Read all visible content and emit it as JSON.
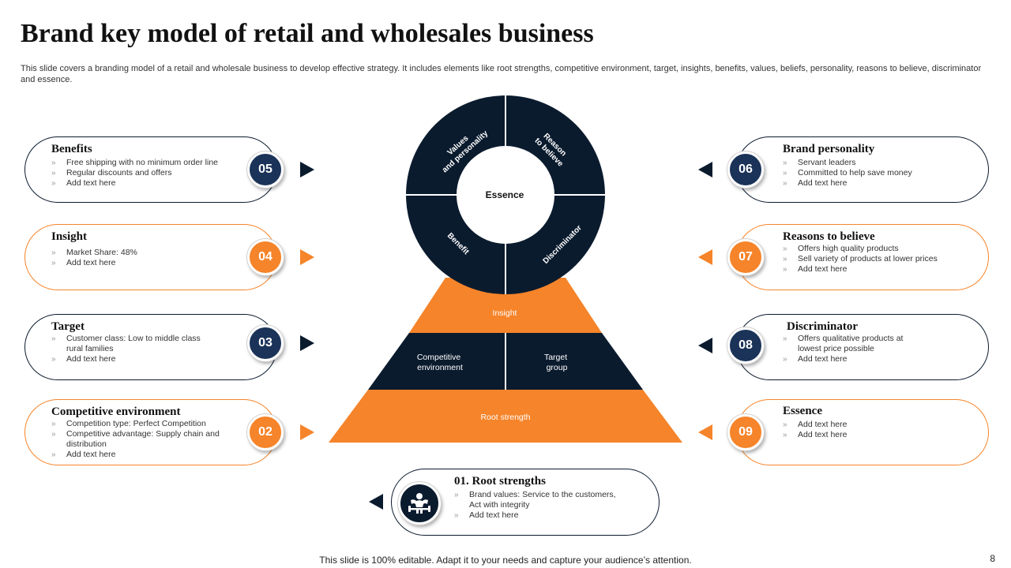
{
  "title": "Brand key model of retail and wholesales business",
  "subtitle": "This slide covers a branding model of a retail and wholesale business to develop effective strategy. It includes elements like root strengths, competitive environment, target, insights, benefits, values, beliefs, personality, reasons to believe, discriminator and essence.",
  "colors": {
    "navy": "#0b1b2e",
    "badge_navy": "#1b3358",
    "orange": "#f5842a"
  },
  "left_cards": [
    {
      "title": "Benefits",
      "number": "05",
      "color": "navy",
      "bullets": [
        "Free shipping with no minimum  order line",
        "Regular discounts and offers",
        "Add text here"
      ]
    },
    {
      "title": "Insight",
      "number": "04",
      "color": "orange",
      "bullets": [
        "Market Share: 48%",
        "Add text here"
      ]
    },
    {
      "title": "Target",
      "number": "03",
      "color": "navy",
      "bullets": [
        "Customer class: Low to middle class rural families",
        "Add text here"
      ]
    },
    {
      "title": "Competitive  environment",
      "number": "02",
      "color": "orange",
      "bullets": [
        "Competition  type: Perfect Competition",
        "Competitive  advantage: Supply chain and distribution",
        "Add text here"
      ]
    }
  ],
  "right_cards": [
    {
      "title": "Brand  personality",
      "number": "06",
      "color": "navy",
      "bullets": [
        "Servant leaders",
        "Committed  to help save money",
        "Add text here"
      ]
    },
    {
      "title": "Reasons to believe",
      "number": "07",
      "color": "orange",
      "bullets": [
        "Offers high quality products",
        "Sell variety of products at lower prices",
        "Add text here"
      ]
    },
    {
      "title": "Discriminator",
      "number": "08",
      "color": "navy",
      "bullets": [
        "Offers qualitative products at lowest price possible",
        "Add text here"
      ]
    },
    {
      "title": "Essence",
      "number": "09",
      "color": "orange",
      "bullets": [
        "Add text here",
        "Add text here"
      ]
    }
  ],
  "bottom_card": {
    "title": "01. Root strengths",
    "icon": "bodybuilder-icon",
    "bullets": [
      "Brand values: Service to the customers, Act with integrity",
      "Add text here"
    ]
  },
  "diagram": {
    "center_label": "Essence",
    "ring": [
      "Values and personality",
      "Reason to believe",
      "Benefit",
      "Discriminator"
    ],
    "insight": "Insight",
    "competitive": "Competitive environment",
    "target_group": "Target group",
    "root": "Root strength"
  },
  "footer": "This slide is 100% editable. Adapt it to your needs and capture your audience’s attention.",
  "page_number": "8"
}
